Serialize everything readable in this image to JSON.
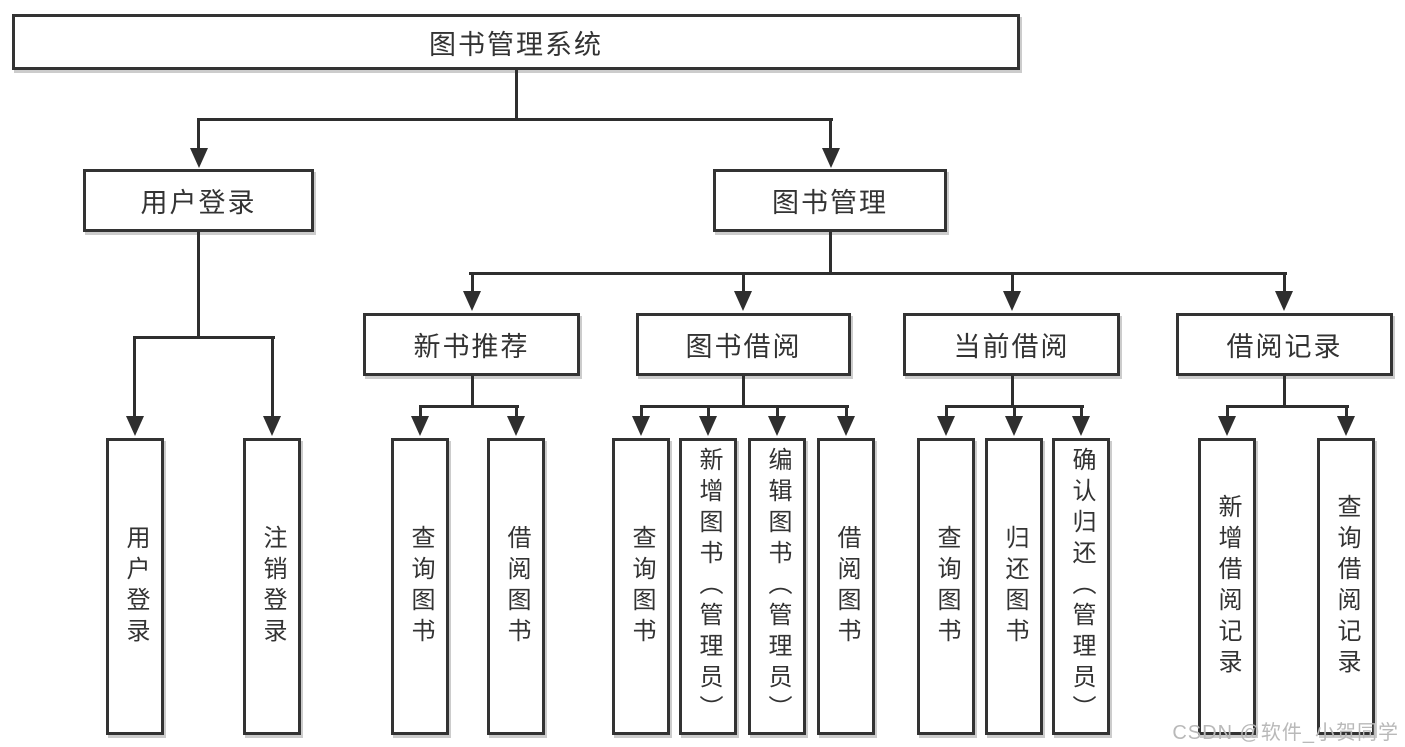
{
  "tree": {
    "root": {
      "label": "图书管理系统",
      "children": [
        {
          "label": "用户登录",
          "children": [
            {
              "label": "用户登录"
            },
            {
              "label": "注销登录"
            }
          ]
        },
        {
          "label": "图书管理",
          "children": [
            {
              "label": "新书推荐",
              "children": [
                {
                  "label": "查询图书"
                },
                {
                  "label": "借阅图书"
                }
              ]
            },
            {
              "label": "图书借阅",
              "children": [
                {
                  "label": "查询图书"
                },
                {
                  "label": "新增图书（管理员）"
                },
                {
                  "label": "编辑图书（管理员）"
                },
                {
                  "label": "借阅图书"
                }
              ]
            },
            {
              "label": "当前借阅",
              "children": [
                {
                  "label": "查询图书"
                },
                {
                  "label": "归还图书"
                },
                {
                  "label": "确认归还（管理员）"
                }
              ]
            },
            {
              "label": "借阅记录",
              "children": [
                {
                  "label": "新增借阅记录"
                },
                {
                  "label": "查询借阅记录"
                }
              ]
            }
          ]
        }
      ]
    }
  },
  "colors": {
    "box_border": "#333333",
    "connector": "#2e2e2e",
    "text": "#333333",
    "watermark": "#b9b9b9"
  },
  "watermark": "CSDN @软件_小贺同学"
}
